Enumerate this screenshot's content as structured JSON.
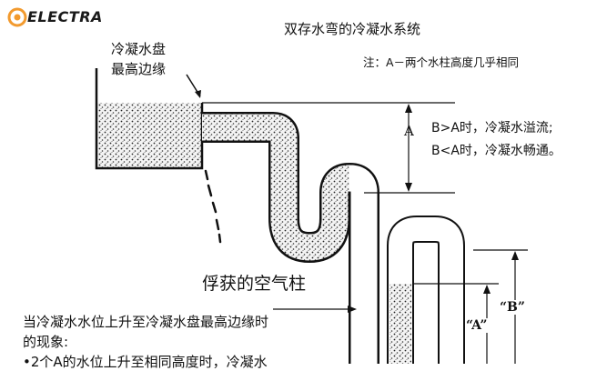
{
  "brand": {
    "name": "ELECTRA",
    "color": "#f29a2e"
  },
  "title": "双存水弯的冷凝水系统",
  "note": "注：A－两个水柱高度几乎相同",
  "labels": {
    "pan_edge_line1": "冷凝水盘",
    "pan_edge_line2": "最高边缘",
    "a": "A",
    "cond_overflow": "B>A时，冷凝水溢流;",
    "cond_smooth": "B<A时，冷凝水畅通。",
    "trapped_air": "俘获的空气柱",
    "a_quoted": "“A”",
    "b_quoted": "“B”"
  },
  "description": {
    "line1": "当冷凝水水位上升至冷凝水盘最高边缘时",
    "line2": "的现象:",
    "line3": "•2个A的水位上升至相同高度时，冷凝水"
  },
  "colors": {
    "line": "#111111",
    "water_fill": "#e8e8e8",
    "dots": "#222222"
  }
}
